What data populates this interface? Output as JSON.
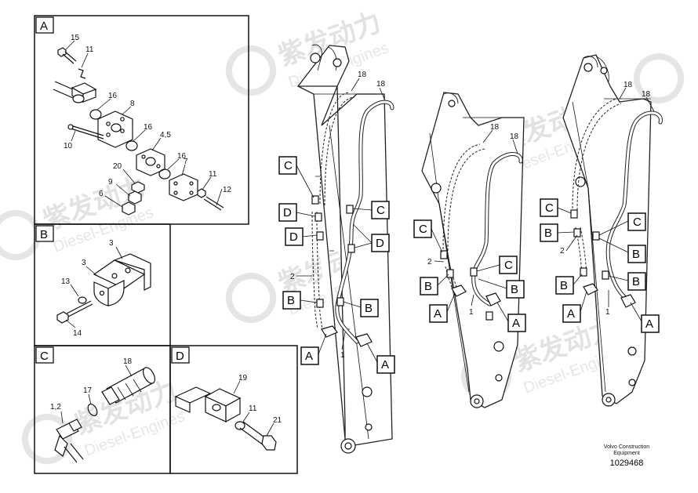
{
  "watermark": {
    "brand_cn": "紫发动力",
    "brand_en": "Diesel-Engines"
  },
  "detail_panels": [
    {
      "id": "A",
      "title": "A",
      "labels": [
        "15",
        "11",
        "16",
        "8",
        "10",
        "16",
        "4,5",
        "16",
        "7",
        "11",
        "20",
        "9",
        "6",
        "12"
      ]
    },
    {
      "id": "B",
      "title": "B",
      "labels": [
        "3",
        "3",
        "13",
        "14"
      ]
    },
    {
      "id": "C",
      "title": "C",
      "labels": [
        "18",
        "17",
        "1,2"
      ]
    },
    {
      "id": "D",
      "title": "D",
      "labels": [
        "19",
        "11",
        "21"
      ]
    }
  ],
  "main_view_1": {
    "callouts": [
      "C",
      "D",
      "D",
      "B",
      "A",
      "C",
      "D",
      "B",
      "A"
    ],
    "labels": [
      "18",
      "18",
      "2",
      "1"
    ]
  },
  "main_view_2": {
    "callouts": [
      "C",
      "B",
      "A",
      "C",
      "B",
      "A"
    ],
    "labels": [
      "18",
      "18",
      "2",
      "1"
    ]
  },
  "main_view_3": {
    "callouts": [
      "C",
      "B",
      "B",
      "A",
      "C",
      "B",
      "B",
      "A"
    ],
    "labels": [
      "18",
      "18",
      "2",
      "1"
    ]
  },
  "footer": {
    "company_line1": "Volvo Construction",
    "company_line2": "Equipment",
    "doc_number": "1029468"
  }
}
